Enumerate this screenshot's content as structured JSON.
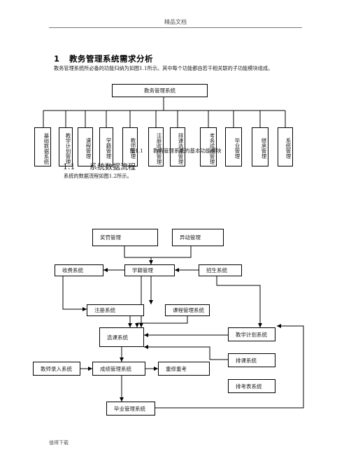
{
  "header": {
    "text": "精品文档"
  },
  "footer": {
    "text": "值得下载"
  },
  "section1": {
    "number": "1",
    "title": "教务管理系统需求分析",
    "paragraph": "教务管理系统所必备的功能归纳为如图1.1所示。其中每个功能都由若干相关联的子功能模块组成。"
  },
  "figure1": {
    "root": "教务管理系统",
    "modules": [
      "基础数据系统",
      "教学计划管理",
      "课程管理",
      "学籍管理",
      "教师管理",
      "注册收费管理",
      "排课选课管理",
      "考务成绩管理",
      "毕业管理",
      "继承管理",
      "系统管理"
    ],
    "caption_number": "图1.1",
    "caption_text": "教务管理系统的基本功能模块"
  },
  "section2": {
    "number": "1.1",
    "title": "系统数据流程",
    "paragraph": "系统的数据流程如图1.2所示。"
  },
  "flow": {
    "reward": "奖罚管理",
    "transfer": "异动管理",
    "fee": "收费系统",
    "status": "学籍管理",
    "enroll": "招生系统",
    "register": "注册系统",
    "course": "课程管理系统",
    "plan": "教学计划系统",
    "select": "选课系统",
    "schedule": "排课系统",
    "teacher_input": "教师录入系统",
    "grade": "成绩管理系统",
    "retake": "重修重考",
    "exam": "排考表系统",
    "graduate": "毕业管理系统"
  }
}
